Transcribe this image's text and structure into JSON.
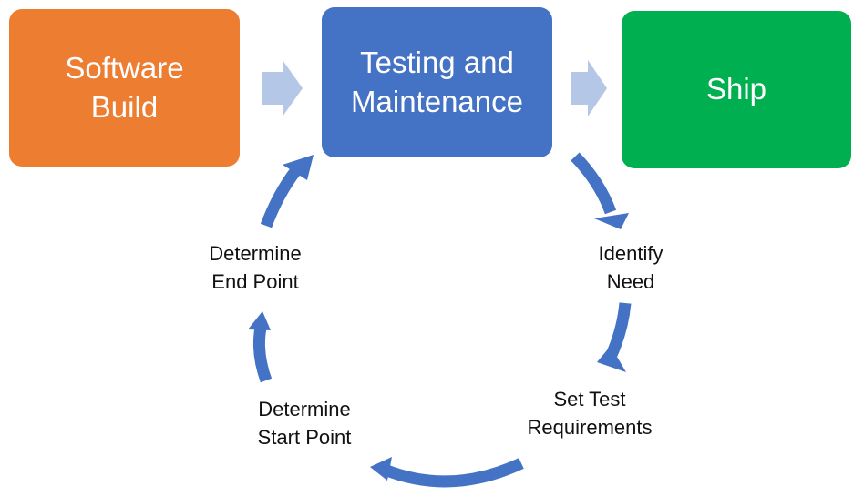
{
  "boxes": {
    "software_build": {
      "lines": [
        "Software",
        "Build"
      ],
      "color": "#ED7D31"
    },
    "testing_maintenance": {
      "lines": [
        "Testing and",
        "Maintenance"
      ],
      "color": "#4472C4"
    },
    "ship": {
      "lines": [
        "Ship"
      ],
      "color": "#00B050"
    }
  },
  "cycle_steps": {
    "identify_need": [
      "Identify",
      "Need"
    ],
    "set_test_requirements": [
      "Set Test",
      "Requirements"
    ],
    "determine_start_point": [
      "Determine",
      "Start Point"
    ],
    "determine_end_point": [
      "Determine",
      "End Point"
    ]
  },
  "colors": {
    "chevron": "#B4C7E7",
    "cycle_arrow": "#4472C4"
  }
}
